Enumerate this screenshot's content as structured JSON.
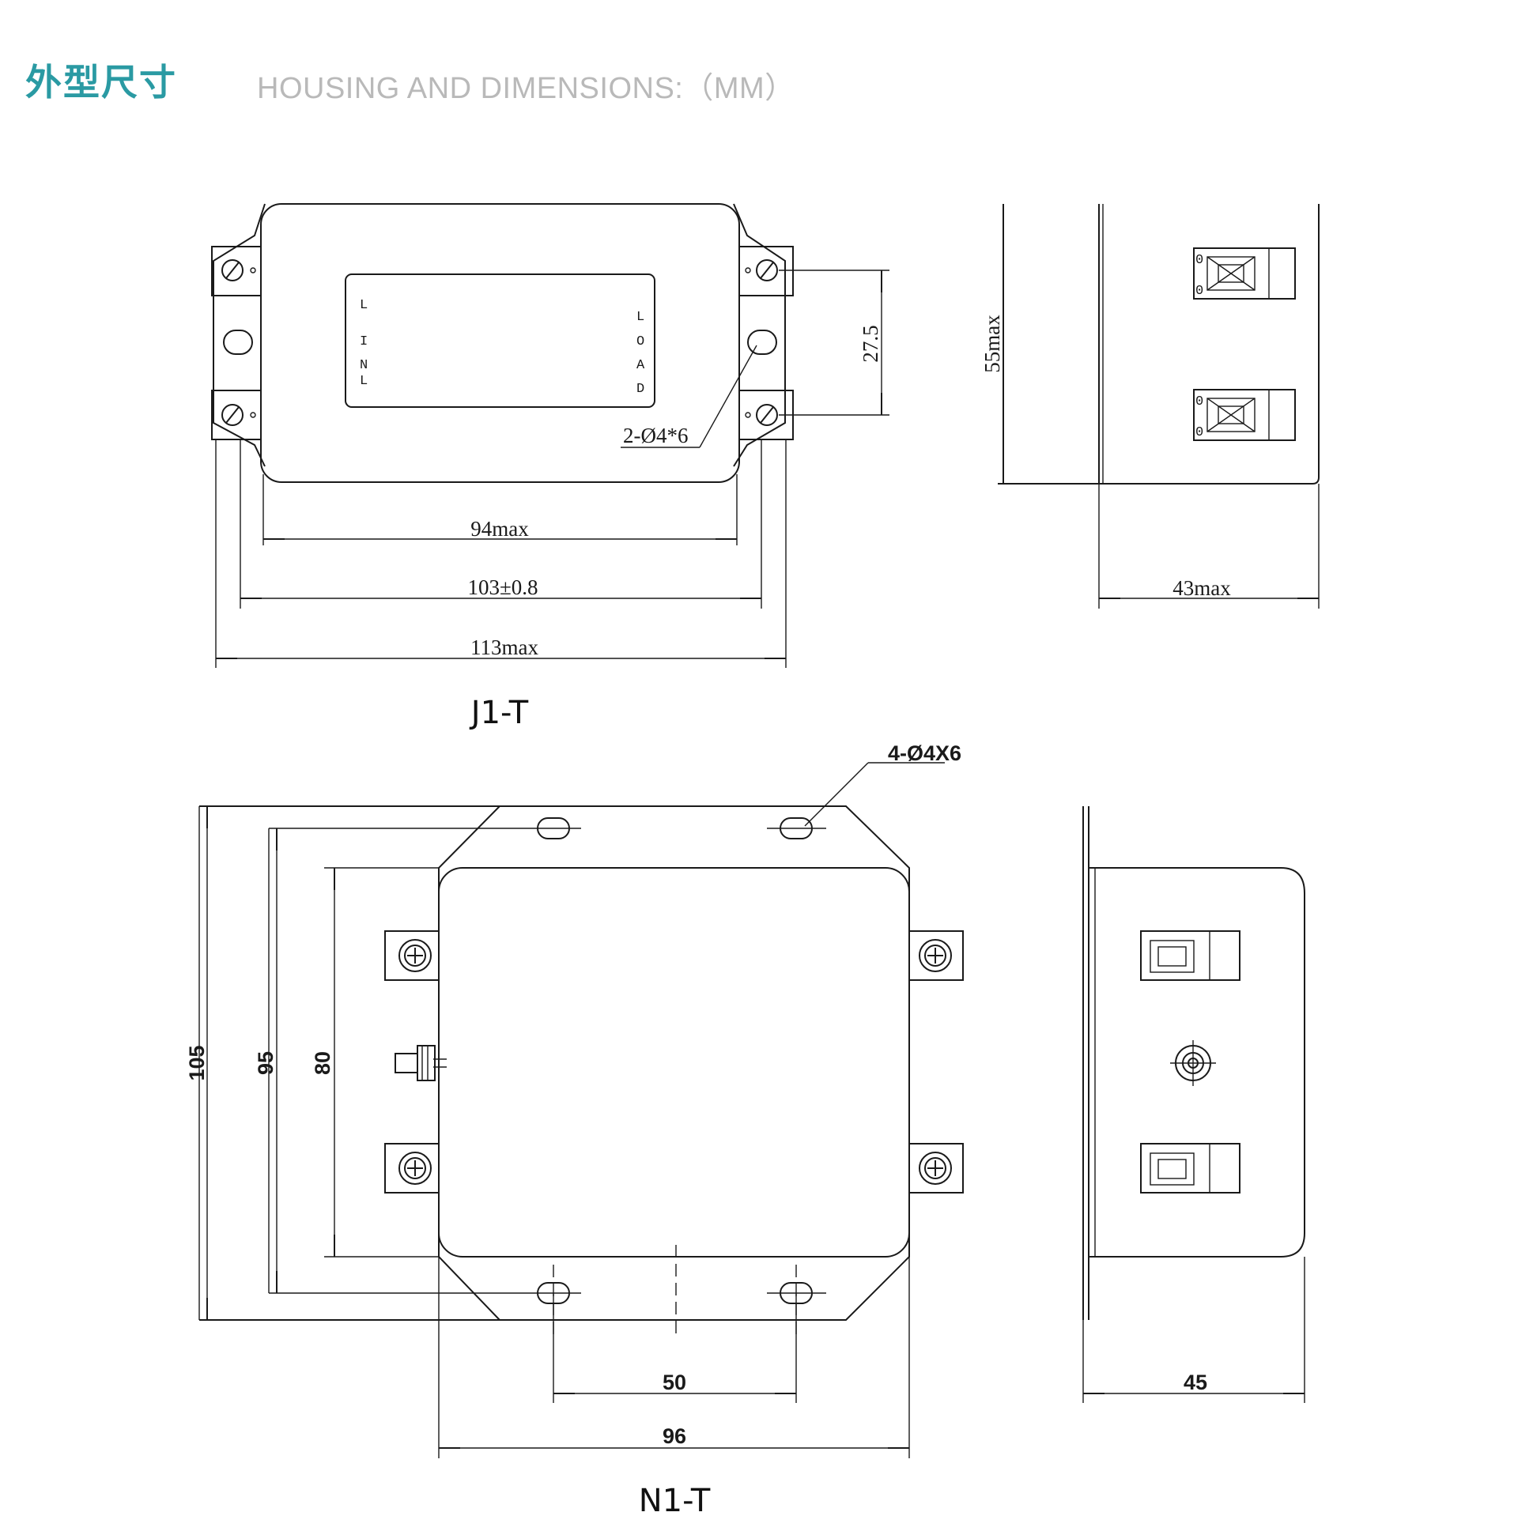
{
  "header": {
    "title_cn": "外型尺寸",
    "title_en": "HOUSING AND DIMENSIONS:（MM）",
    "accent_color": "#2a9aa3",
    "subtitle_color": "#b9b9b9"
  },
  "j1t": {
    "model": "J1-T",
    "line_letters": [
      "L",
      "I",
      "N",
      "L"
    ],
    "load_letters": [
      "L",
      "O",
      "A",
      "D"
    ],
    "hole_spec": "2-Ø4*6",
    "dim_pitch": "27.5",
    "dim_body": "94max",
    "dim_mount": "103±0.8",
    "dim_total": "113max",
    "dim_height": "55max",
    "dim_depth": "43max",
    "side_marks": [
      "0",
      "0",
      "0",
      "0"
    ]
  },
  "n1t": {
    "model": "N1-T",
    "hole_spec": "4-Ø4X6",
    "dim_105": "105",
    "dim_95": "95",
    "dim_80": "80",
    "dim_50": "50",
    "dim_96": "96",
    "dim_45": "45"
  }
}
